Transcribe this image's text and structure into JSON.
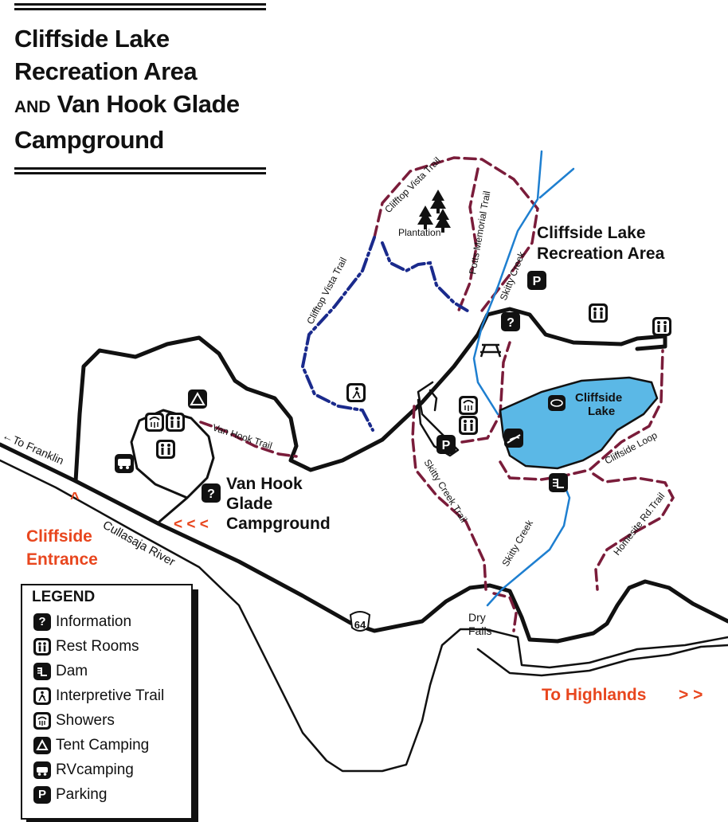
{
  "title": {
    "line1": "Cliffside Lake",
    "line2": "Recreation Area",
    "line3_and": "AND",
    "line3_rest": "Van Hook Glade",
    "line4": "Campground"
  },
  "labels": {
    "cliffside_area_1": "Cliffside Lake",
    "cliffside_area_2": "Recreation Area",
    "van_hook_1": "Van Hook",
    "van_hook_2": "Glade",
    "van_hook_3": "Campground",
    "lake_1": "Cliffside",
    "lake_2": "Lake",
    "plantation": "Plantation",
    "clifftop_vista_trail_top": "Clifftop Vista Trail",
    "clifftop_vista_trail_left": "Clifftop Vista Trail",
    "potts_memorial_trail": "Potts Memorial Trail",
    "skitty_creek_upper": "Skitty Creek",
    "skitty_creek_lower": "Skitty Creek",
    "skitty_creek_trail": "Skitty Creek Trail",
    "van_hook_trail": "Van Hook Trail",
    "cliffside_loop": "Cliffside Loop",
    "homesite_rd_trail": "Homesite Rd.Trail",
    "cullasaja_river": "Cullasaja River",
    "to_franklin": "←To Franklin",
    "cliffside_entrance_caret": "^",
    "cliffside_entrance_1": "Cliffside",
    "cliffside_entrance_2": "Entrance",
    "campground_arrows": "< < <",
    "dry_falls_1": "Dry",
    "dry_falls_2": "Falls",
    "to_highlands": "To Highlands",
    "to_highlands_arrows": "> >",
    "route_shield": "64"
  },
  "legend": {
    "title": "LEGEND",
    "items": [
      {
        "icon": "information-icon",
        "label": "Information"
      },
      {
        "icon": "restrooms-icon",
        "label": "Rest Rooms"
      },
      {
        "icon": "dam-icon",
        "label": "Dam"
      },
      {
        "icon": "interpretive-trail-icon",
        "label": "Interpretive Trail"
      },
      {
        "icon": "showers-icon",
        "label": "Showers"
      },
      {
        "icon": "tent-camping-icon",
        "label": "Tent Camping"
      },
      {
        "icon": "rv-camping-icon",
        "label": "RVcamping"
      },
      {
        "icon": "parking-icon",
        "label": "Parking"
      }
    ]
  },
  "colors": {
    "road": "#111111",
    "trail": "#7a1c3a",
    "interpretive_trail": "#1a2a8c",
    "creek": "#1e7fd0",
    "lake_fill": "#5bb8e6",
    "accent_orange": "#e8461e",
    "icon_bg": "#111111"
  }
}
